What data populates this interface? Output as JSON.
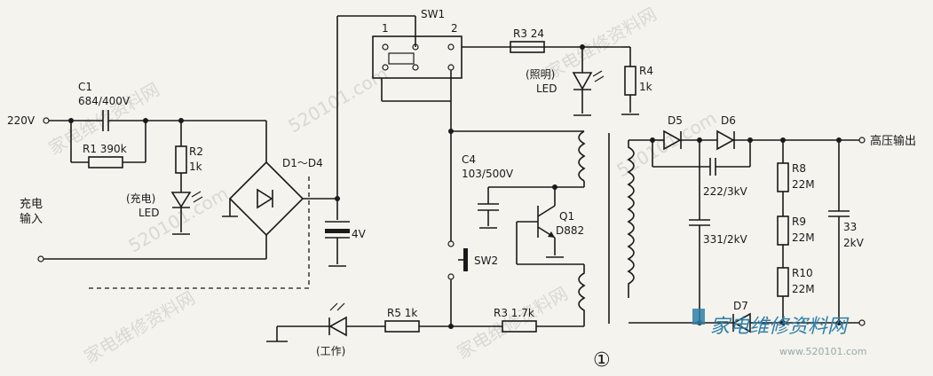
{
  "labels": {
    "v220": "220V",
    "c1_name": "C1",
    "c1_value": "684/400V",
    "r1": "R1 390k",
    "r2_name": "R2",
    "r2_value": "1k",
    "charge_led_name": "(充电)",
    "charge_led": "LED",
    "charge_input_1": "充电",
    "charge_input_2": "输入",
    "bridge": "D1～D4",
    "battery": "4V",
    "sw1": "SW1",
    "sw1_p1": "1",
    "sw1_p2": "2",
    "r3_top": "R3 24",
    "light_led_name": "(照明)",
    "light_led": "LED",
    "r4_name": "R4",
    "r4_value": "1k",
    "c4_name": "C4",
    "c4_value": "103/500V",
    "q1_name": "Q1",
    "q1_value": "D882",
    "sw2": "SW2",
    "work_led": "(工作)",
    "r5": "R5 1k",
    "r3_bottom": "R3 1.7k",
    "circled_one": "①",
    "d5": "D5",
    "d6": "D6",
    "c_222": "222/3kV",
    "c_331": "331/2kV",
    "r8_name": "R8",
    "r8_value": "22M",
    "r9_name": "R9",
    "r9_value": "22M",
    "r10_name": "R10",
    "r10_value": "22M",
    "c33_name": "33",
    "c33_value": "2kV",
    "d7": "D7",
    "hv_output": "高压输出"
  },
  "watermarks": {
    "site_cn": "家电维修资料网",
    "site_url": "520101.com",
    "logo_cn": "家电维修资料网",
    "logo_url": "www.520101.com"
  }
}
